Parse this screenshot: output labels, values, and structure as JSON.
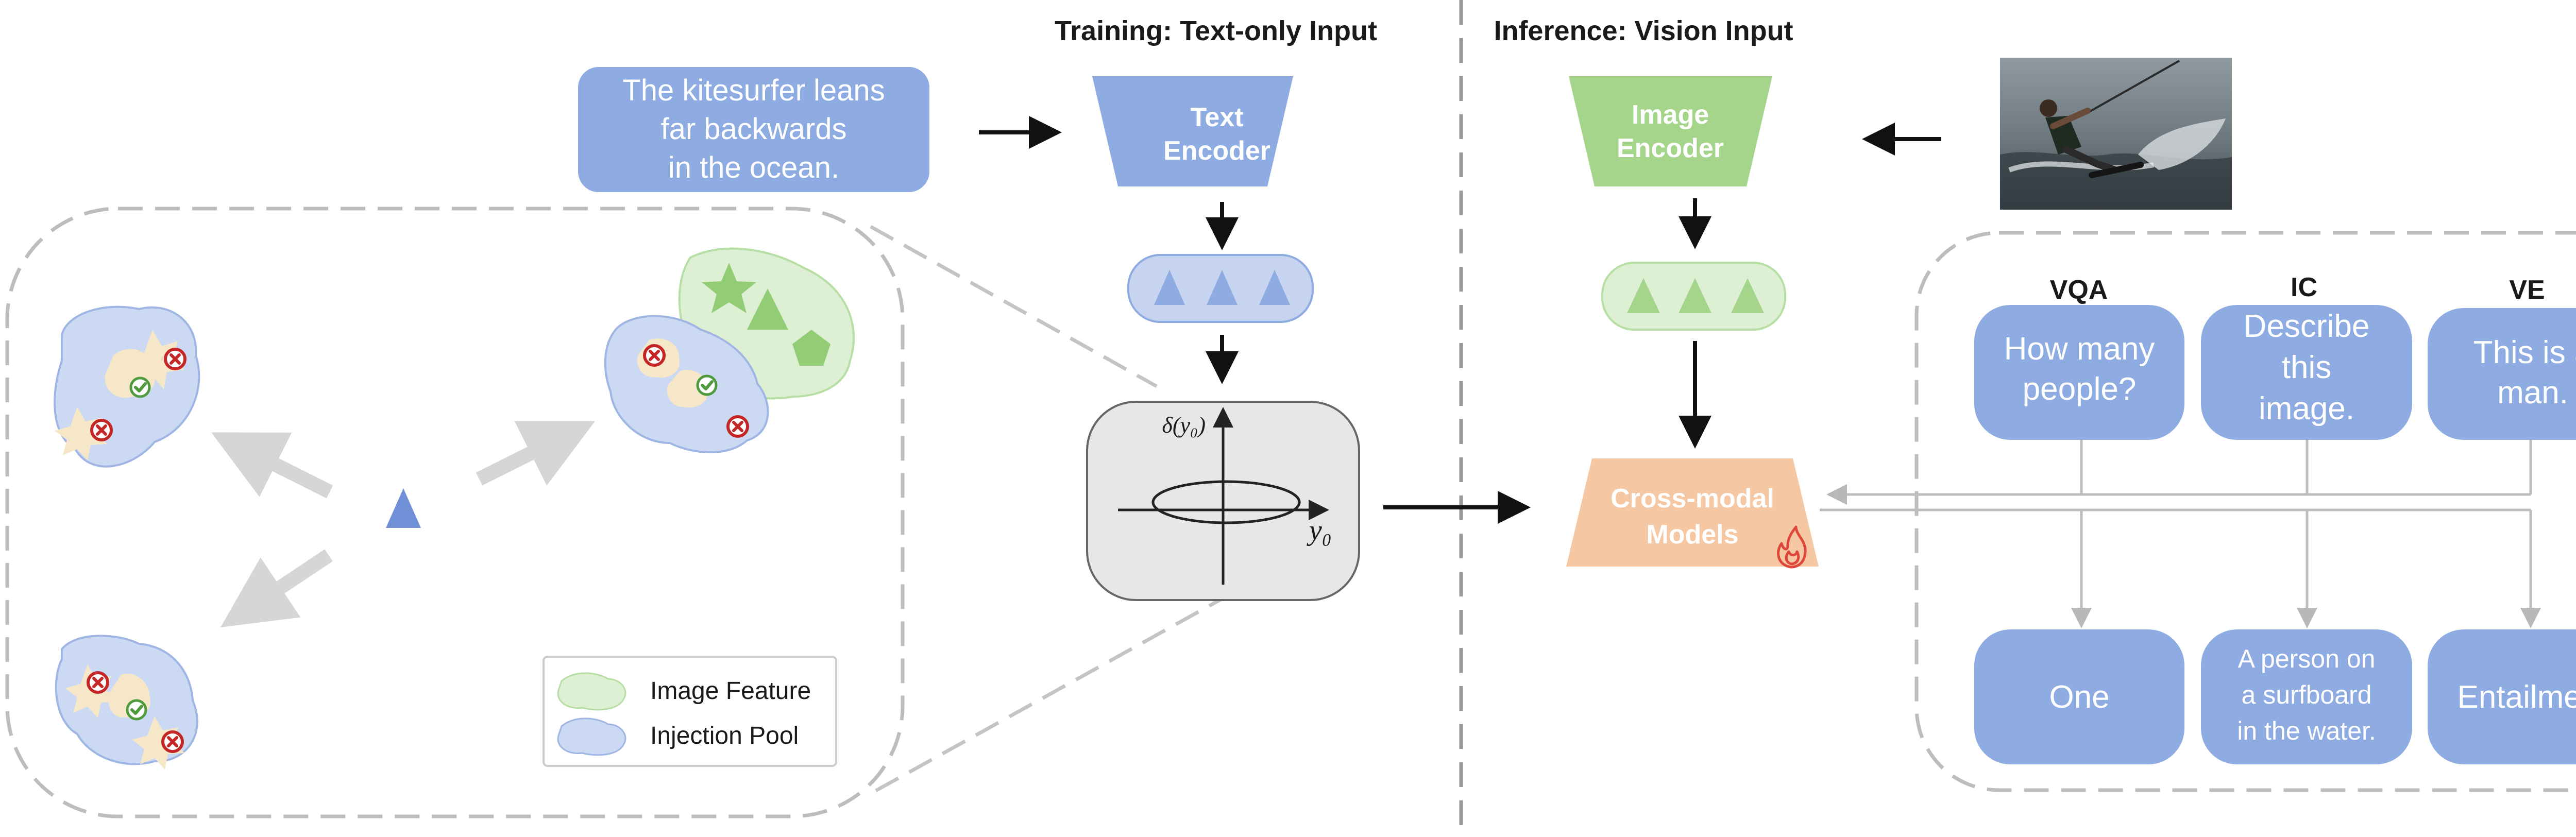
{
  "headers": {
    "training": "Training: Text-only Input",
    "inference": "Inference: Vision Input"
  },
  "caption": {
    "lines": [
      "The kitesurfer leans",
      "far backwards",
      "in the ocean."
    ]
  },
  "text_encoder": {
    "lines": [
      "Text",
      "Encoder"
    ]
  },
  "image_encoder": {
    "lines": [
      "Image",
      "Encoder"
    ]
  },
  "cross_modal": {
    "lines": [
      "Cross-modal",
      "Models"
    ]
  },
  "plot": {
    "ylabel": "δ(y₀)",
    "xlabel": "y₀"
  },
  "legend": {
    "image_feature": "Image Feature",
    "injection_pool": "Injection Pool"
  },
  "tasks": [
    {
      "title": "VQA",
      "question": [
        "How many",
        "people?"
      ],
      "answer": [
        "One"
      ]
    },
    {
      "title": "IC",
      "question": [
        "Describe",
        "this",
        "image."
      ],
      "answer": [
        "A person on",
        "a surfboard",
        "in the water."
      ]
    },
    {
      "title": "VE",
      "question": [
        "This is a",
        "man."
      ],
      "answer": [
        "Entailment"
      ]
    }
  ],
  "colors": {
    "blue": "#8EABE2",
    "green": "#A5D58A",
    "orange": "#F6C7A3",
    "gray_dash": "#B9B9B9",
    "arrow": "#111111"
  }
}
